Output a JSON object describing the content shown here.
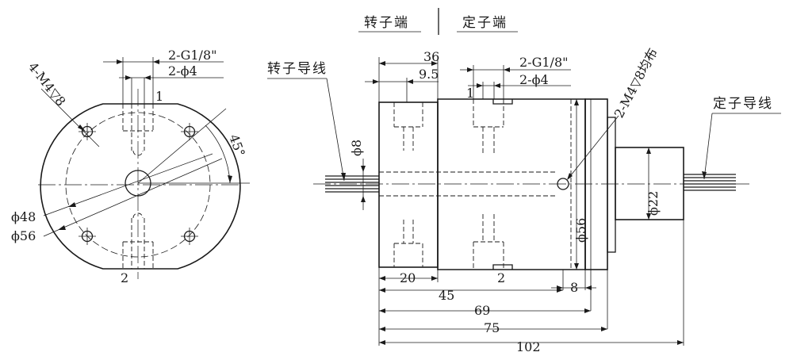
{
  "header": {
    "rotor_end": "转子端",
    "stator_end": "定子端"
  },
  "front_view": {
    "mount_holes": "4-M4▽8",
    "port_thread": "2-G1/8\"",
    "port_diameter": "2-ϕ4",
    "port_1": "1",
    "port_2": "2",
    "angle": "45°",
    "dia_48": "ϕ48",
    "dia_56": "ϕ56"
  },
  "side_view": {
    "rotor_wire": "转子导线",
    "stator_wire": "定子导线",
    "dim_36": "36",
    "dim_9_5": "9.5",
    "port_thread": "2-G1/8\"",
    "port_diameter": "2-ϕ4",
    "mount_holes": "2-M4▽8均布",
    "port_1": "1",
    "port_2": "2",
    "dia_8": "ϕ8",
    "dia_56": "ϕ56",
    "dia_22": "ϕ22",
    "dim_20": "20",
    "dim_8": "8",
    "dim_45": "45",
    "dim_69": "69",
    "dim_75": "75",
    "dim_102": "102"
  }
}
